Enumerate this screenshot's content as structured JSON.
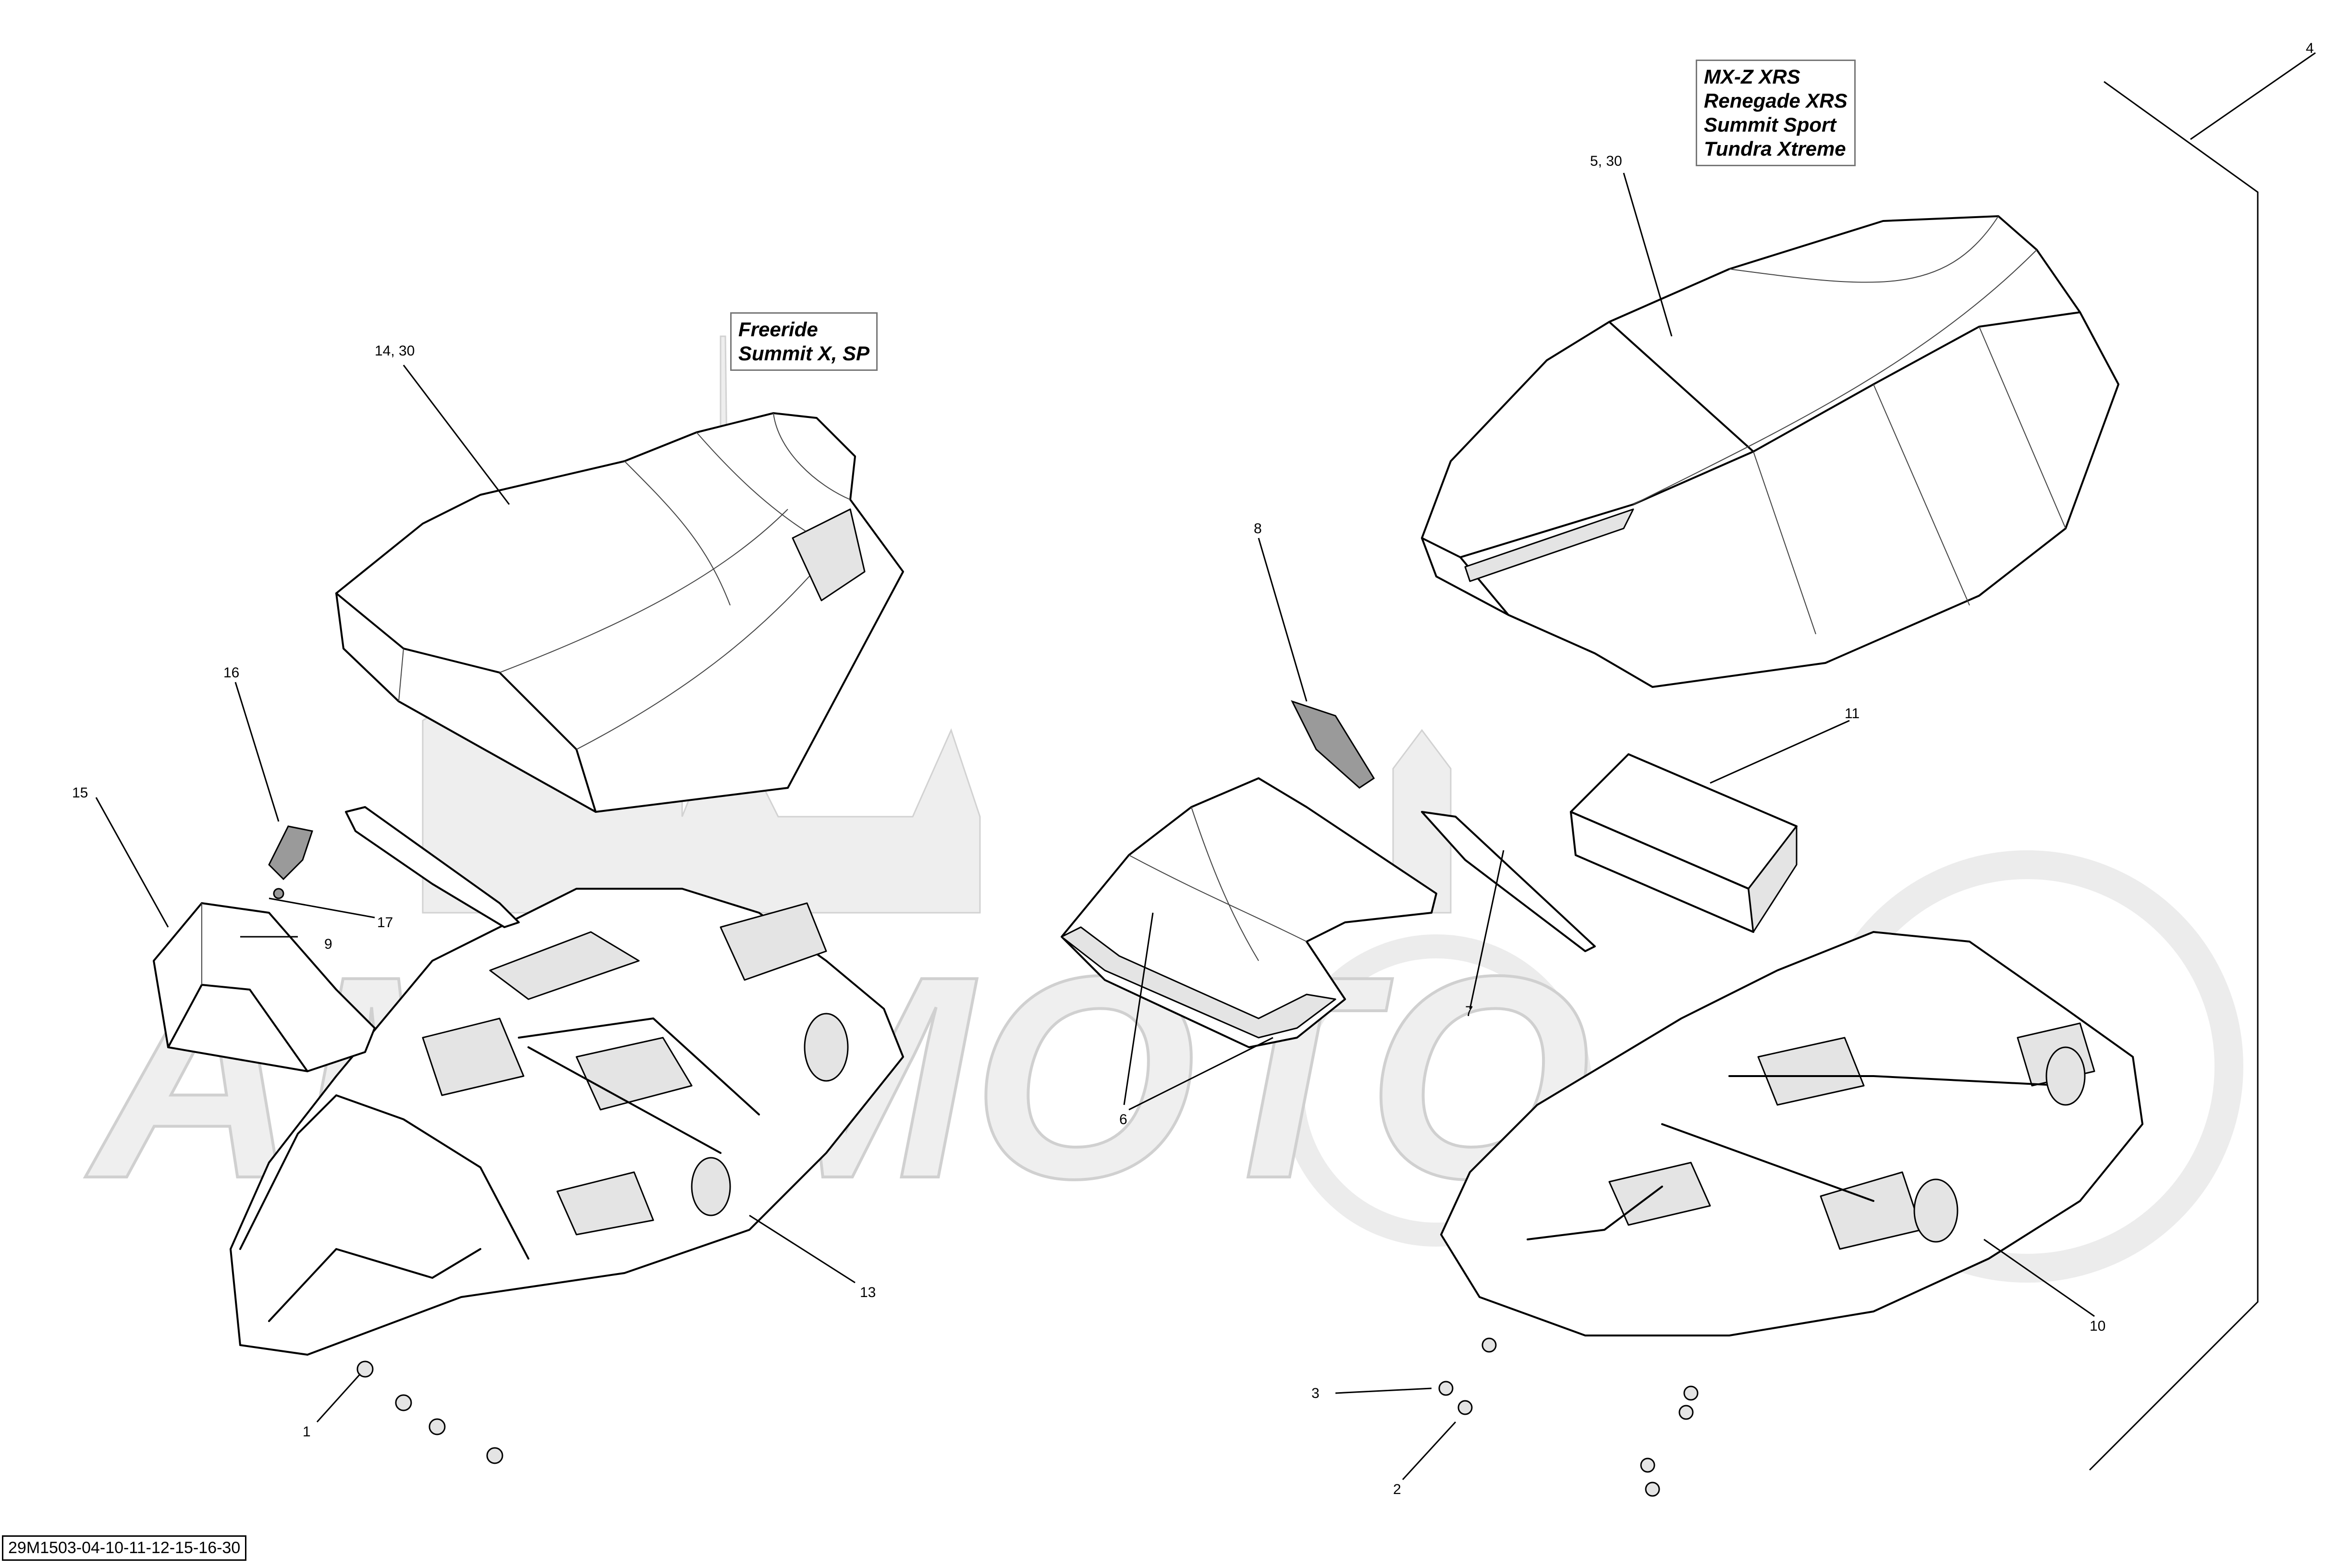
{
  "diagram": {
    "reference_code": "29M1503-04-10-11-12-15-16-30",
    "watermark_text": "AMSMOTO",
    "variant_notes": [
      {
        "lines": [
          "Freeride",
          "Summit X, SP"
        ]
      },
      {
        "lines": [
          "MX-Z XRS",
          "Renegade XRS",
          "Summit Sport",
          "Tundra Xtreme"
        ]
      }
    ],
    "callouts": [
      "1",
      "2",
      "3",
      "4",
      "5, 30",
      "6",
      "7",
      "8",
      "9",
      "10",
      "11",
      "13",
      "14, 30",
      "15",
      "16",
      "17"
    ]
  }
}
